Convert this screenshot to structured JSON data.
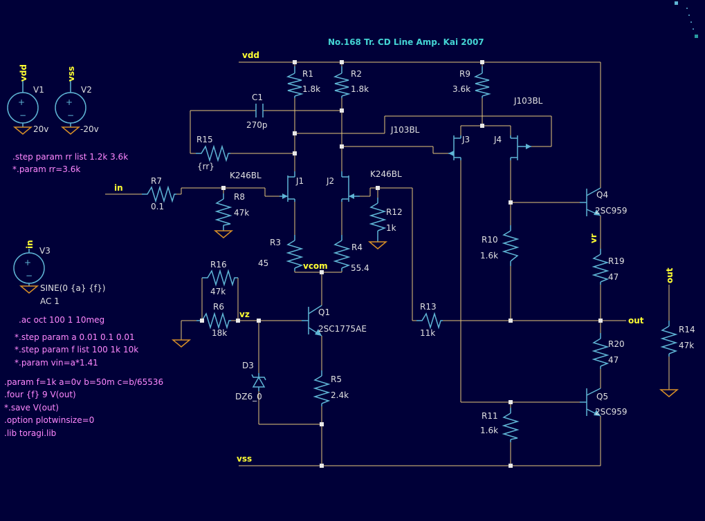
{
  "title": "No.168 Tr. CD Line Amp. Kai 2007",
  "colors": {
    "background": "#000038",
    "wire": "#e8c87a",
    "component": "#5fb5d5",
    "ground": "#d89028",
    "netlabel": "#ffff33",
    "directive": "#ff88ff",
    "title": "#44d4d4",
    "text": "#e0e0e0",
    "junction": "#e8e8e8"
  },
  "nets": {
    "vdd": "vdd",
    "vss": "vss",
    "in": "in",
    "out": "out",
    "vcom": "vcom",
    "vz": "vz",
    "vr": "vr"
  },
  "sources": [
    {
      "ref": "V1",
      "net": "vdd",
      "value": "20v"
    },
    {
      "ref": "V2",
      "net": "vss",
      "value": "-20v"
    },
    {
      "ref": "V3",
      "net": "in",
      "value": "SINE(0 {a} {f})",
      "value2": "AC 1"
    }
  ],
  "resistors": [
    {
      "ref": "R1",
      "value": "1.8k"
    },
    {
      "ref": "R2",
      "value": "1.8k"
    },
    {
      "ref": "R3",
      "value": "45"
    },
    {
      "ref": "R4",
      "value": "55.4"
    },
    {
      "ref": "R5",
      "value": "2.4k"
    },
    {
      "ref": "R6",
      "value": "18k"
    },
    {
      "ref": "R7",
      "value": "0.1"
    },
    {
      "ref": "R8",
      "value": "47k"
    },
    {
      "ref": "R9",
      "value": "3.6k"
    },
    {
      "ref": "R10",
      "value": "1.6k"
    },
    {
      "ref": "R11",
      "value": "1.6k"
    },
    {
      "ref": "R12",
      "value": "1k"
    },
    {
      "ref": "R13",
      "value": "11k"
    },
    {
      "ref": "R14",
      "value": "47k"
    },
    {
      "ref": "R15",
      "value": "{rr}"
    },
    {
      "ref": "R16",
      "value": "47k"
    },
    {
      "ref": "R19",
      "value": "47"
    },
    {
      "ref": "R20",
      "value": "47"
    }
  ],
  "capacitors": [
    {
      "ref": "C1",
      "value": "270p"
    }
  ],
  "semiconductors": [
    {
      "ref": "J1",
      "model": "K246BL"
    },
    {
      "ref": "J2",
      "model": "K246BL"
    },
    {
      "ref": "J3",
      "model": "J103BL"
    },
    {
      "ref": "J4",
      "model": "J103BL"
    },
    {
      "ref": "Q1",
      "model": "2SC1775AE"
    },
    {
      "ref": "Q4",
      "model": "2SC959"
    },
    {
      "ref": "Q5",
      "model": "2SC959"
    },
    {
      "ref": "D3",
      "model": "DZ6_0"
    }
  ],
  "directives": [
    ".step param rr list 1.2k 3.6k",
    "*.param rr=3.6k",
    ".ac oct 100 1 10meg",
    "*.step  param a 0.01 0.1 0.01",
    "*.step  param f  list 100 1k 10k",
    "*.param vin=a*1.41",
    ".param f=1k a=0v b=50m c=b/65536",
    ".four {f} 9 V(out)",
    "*.save V(out)",
    ".option plotwinsize=0",
    ".lib toragi.lib"
  ]
}
